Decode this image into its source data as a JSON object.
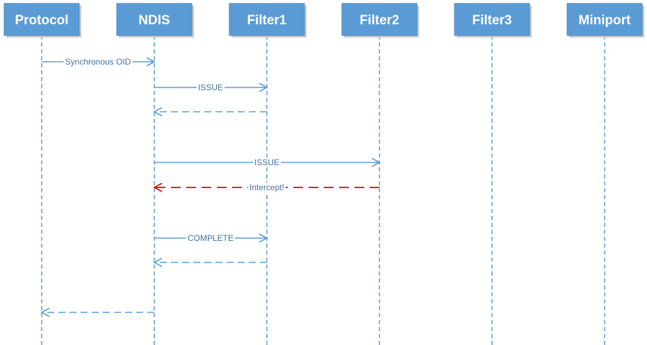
{
  "colors": {
    "box_fill": "#5b9bd5",
    "box_stroke": "#4a87c0",
    "box_text": "#ffffff",
    "line": "#5b9bd5",
    "label": "#41719c",
    "highlight": "#e30000"
  },
  "participants": [
    {
      "id": "protocol",
      "label": "Protocol"
    },
    {
      "id": "ndis",
      "label": "NDIS"
    },
    {
      "id": "filter1",
      "label": "Filter1"
    },
    {
      "id": "filter2",
      "label": "Filter2"
    },
    {
      "id": "filter3",
      "label": "Filter3"
    },
    {
      "id": "miniport",
      "label": "Miniport"
    }
  ],
  "messages": [
    {
      "from": "protocol",
      "to": "ndis",
      "label": "Synchronous OID",
      "style": "solid",
      "color": "line"
    },
    {
      "from": "ndis",
      "to": "filter1",
      "label": "ISSUE",
      "style": "solid",
      "color": "line"
    },
    {
      "from": "filter1",
      "to": "ndis",
      "label": "",
      "style": "dashed",
      "color": "line"
    },
    {
      "from": "ndis",
      "to": "filter2",
      "label": "ISSUE",
      "style": "solid",
      "color": "line"
    },
    {
      "from": "filter2",
      "to": "ndis",
      "label": "Intercept!",
      "style": "dashed",
      "color": "highlight"
    },
    {
      "from": "ndis",
      "to": "filter1",
      "label": "COMPLETE",
      "style": "solid",
      "color": "line"
    },
    {
      "from": "filter1",
      "to": "ndis",
      "label": "",
      "style": "dashed",
      "color": "line"
    },
    {
      "from": "ndis",
      "to": "protocol",
      "label": "",
      "style": "dashed",
      "color": "line"
    }
  ]
}
